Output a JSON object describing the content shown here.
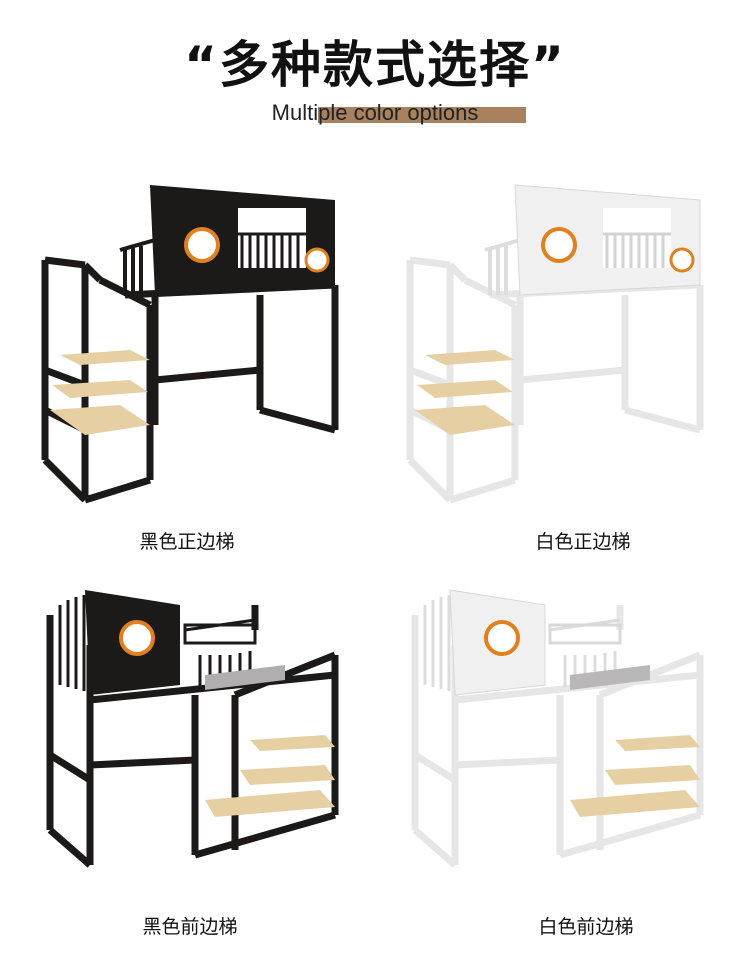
{
  "header": {
    "title": "“多种款式选择”",
    "subtitle": "Multiple color options"
  },
  "colors": {
    "black_frame": "#1c1a19",
    "white_frame": "#f3f3f3",
    "wood": "#e7cfa4",
    "orange_ring": "#e0801e",
    "accent_bar": "#a8815e"
  },
  "products": [
    {
      "caption": "黑色正边梯"
    },
    {
      "caption": "白色正边梯"
    },
    {
      "caption": "黑色前边梯"
    },
    {
      "caption": "白色前边梯"
    }
  ]
}
